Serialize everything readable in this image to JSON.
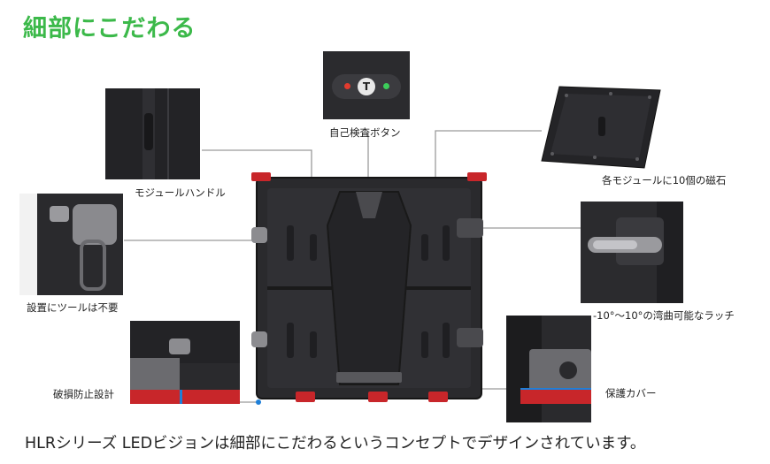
{
  "title": "細部にこだわる",
  "labels": {
    "self_check_button": "自己検査ボタン",
    "module_handle": "モジュールハンドル",
    "magnets": "各モジュールに10個の磁石",
    "no_tool_install": "設置にツールは不要",
    "curved_latch": "-10°～10°の湾曲可能なラッチ",
    "damage_prevention": "破損防止設計",
    "protective_cover": "保護カバー"
  },
  "self_check_panel": {
    "button_letter": "T"
  },
  "caption": "HLRシリーズ LEDビジョンは細部にこだわるというコンセプトでデザインされています。",
  "colors": {
    "title_green": "#3cb94a",
    "callout_blue": "#1e7fd8",
    "panel_dark": "#2a2a2d",
    "corner_red": "#c8262a",
    "line_gray": "#9a9a9a"
  },
  "icons": [
    "status-led-red-icon",
    "status-led-green-icon",
    "test-button-icon"
  ]
}
